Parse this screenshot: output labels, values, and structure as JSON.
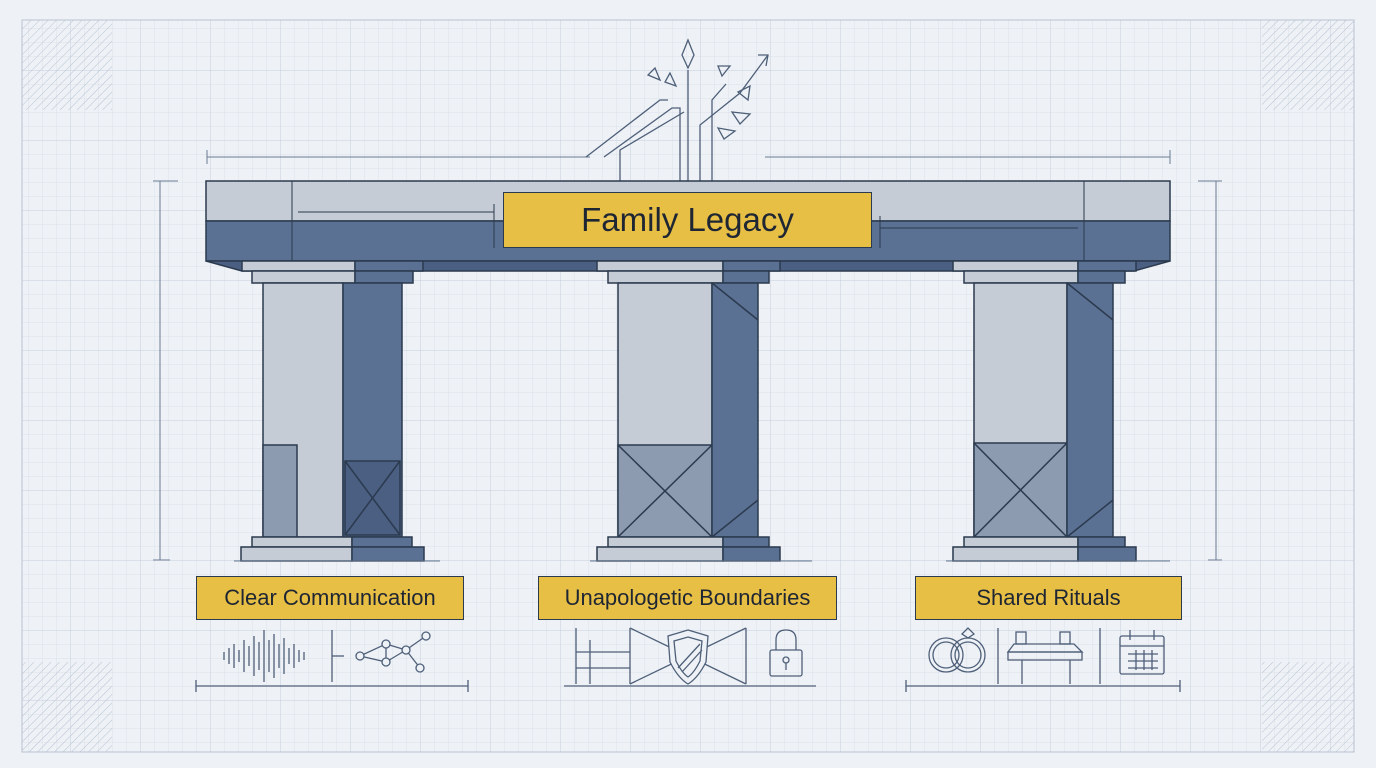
{
  "title": "Family Legacy",
  "pillars": [
    {
      "label": "Clear Communication",
      "icons": [
        "soundwave-icon",
        "network-nodes-icon"
      ]
    },
    {
      "label": "Unapologetic Boundaries",
      "icons": [
        "fence-icon",
        "shield-icon",
        "padlock-icon"
      ]
    },
    {
      "label": "Shared Rituals",
      "icons": [
        "rings-icon",
        "table-icon",
        "calendar-icon"
      ]
    }
  ],
  "colors": {
    "background": "#eef2f7",
    "grid": "#cfd8e3",
    "stone_light": "#c5ccd6",
    "stone_mid": "#8c9bb0",
    "stone_dark": "#5b7194",
    "outline": "#2b3a4e",
    "accent": "#e8bf45"
  }
}
